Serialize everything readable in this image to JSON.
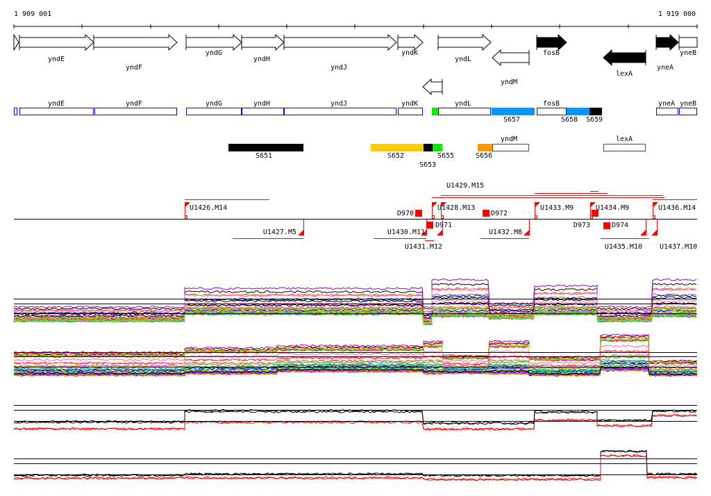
{
  "ruler": {
    "start_label": "1 909 001",
    "end_label": "1 919 000"
  },
  "genes": [
    {
      "name": "",
      "style": "open",
      "strand": "+"
    },
    {
      "name": "yndE",
      "style": "open",
      "strand": "+"
    },
    {
      "name": "yndF",
      "style": "open",
      "strand": "+"
    },
    {
      "name": "yndG",
      "style": "open",
      "strand": "+"
    },
    {
      "name": "yndH",
      "style": "open",
      "strand": "+"
    },
    {
      "name": "yndJ",
      "style": "open",
      "strand": "+"
    },
    {
      "name": "yndK",
      "style": "open",
      "strand": "+"
    },
    {
      "name": "yndL",
      "style": "open",
      "strand": "+"
    },
    {
      "name": "yndM",
      "style": "open",
      "strand": "-"
    },
    {
      "name": "",
      "style": "open",
      "strand": "-"
    },
    {
      "name": "fosB",
      "style": "filled",
      "strand": "+"
    },
    {
      "name": "lexA",
      "style": "filled",
      "strand": "-"
    },
    {
      "name": "yneA",
      "style": "filled",
      "strand": "+"
    },
    {
      "name": "yneB",
      "style": "open",
      "strand": "+"
    }
  ],
  "segments_row1": [
    {
      "name": "",
      "color": "#0000ff",
      "fill": "none"
    },
    {
      "name": "yndE",
      "color": "#0000ff",
      "fill": "none"
    },
    {
      "name": "yndF",
      "color": "#0000ff",
      "fill": "none"
    },
    {
      "name": "yndG",
      "color": "#0000ff",
      "fill": "none"
    },
    {
      "name": "yndH",
      "color": "#0000ff",
      "fill": "none"
    },
    {
      "name": "yndJ",
      "color": "#0000ff",
      "fill": "none"
    },
    {
      "name": "yndK",
      "color": "#0000ff",
      "fill": "none"
    },
    {
      "name": "",
      "color": "#00ee00",
      "fill": "#00ee00"
    },
    {
      "name": "yndL",
      "color": "#0000ff",
      "fill": "none"
    },
    {
      "name": "S657",
      "color": "#0099ff",
      "fill": "#0099ff"
    },
    {
      "name": "fosB",
      "color": "#0000ff",
      "fill": "none"
    },
    {
      "name": "S658",
      "color": "#0099ff",
      "fill": "#0099ff"
    },
    {
      "name": "S659",
      "color": "#000000",
      "fill": "#000000"
    },
    {
      "name": "yneA",
      "color": "#0000ff",
      "fill": "none"
    },
    {
      "name": "yneB",
      "color": "#0000ff",
      "fill": "none"
    }
  ],
  "segments_row2": [
    {
      "name": "S651",
      "color": "#000000",
      "fill": "#000000"
    },
    {
      "name": "S652",
      "color": "#ffcc00",
      "fill": "#ffcc00"
    },
    {
      "name": "S653",
      "color": "#000000",
      "fill": "#000000"
    },
    {
      "name": "S655",
      "color": "#00ee00",
      "fill": "#00ee00"
    },
    {
      "name": "S656",
      "color": "#ff9900",
      "fill": "#ff9900"
    },
    {
      "name": "yndM",
      "color": "#ff0000",
      "fill": "none"
    },
    {
      "name": "lexA",
      "color": "#ff0000",
      "fill": "none"
    }
  ],
  "features": [
    {
      "name": "U1426.M14"
    },
    {
      "name": "U1428.M13"
    },
    {
      "name": "U1429.M15"
    },
    {
      "name": "U1433.M9"
    },
    {
      "name": "U1434.M9"
    },
    {
      "name": "U1436.M14"
    },
    {
      "name": "U1427.M5"
    },
    {
      "name": "U1430.M11"
    },
    {
      "name": "U1431.M12"
    },
    {
      "name": "U1432.M8"
    },
    {
      "name": "U1435.M10"
    },
    {
      "name": "U1437.M10"
    }
  ],
  "deletions": [
    {
      "name": "D970"
    },
    {
      "name": "D971"
    },
    {
      "name": "D972"
    },
    {
      "name": "D973"
    },
    {
      "name": "D974"
    }
  ],
  "colors": {
    "feature": "#ff0000",
    "axis": "#000000"
  },
  "plots": [
    {
      "name": "profile-panel-1",
      "traces": 40
    },
    {
      "name": "profile-panel-2",
      "traces": 40
    },
    {
      "name": "profile-panel-3",
      "traces": 4
    },
    {
      "name": "profile-panel-4",
      "traces": 4
    }
  ]
}
